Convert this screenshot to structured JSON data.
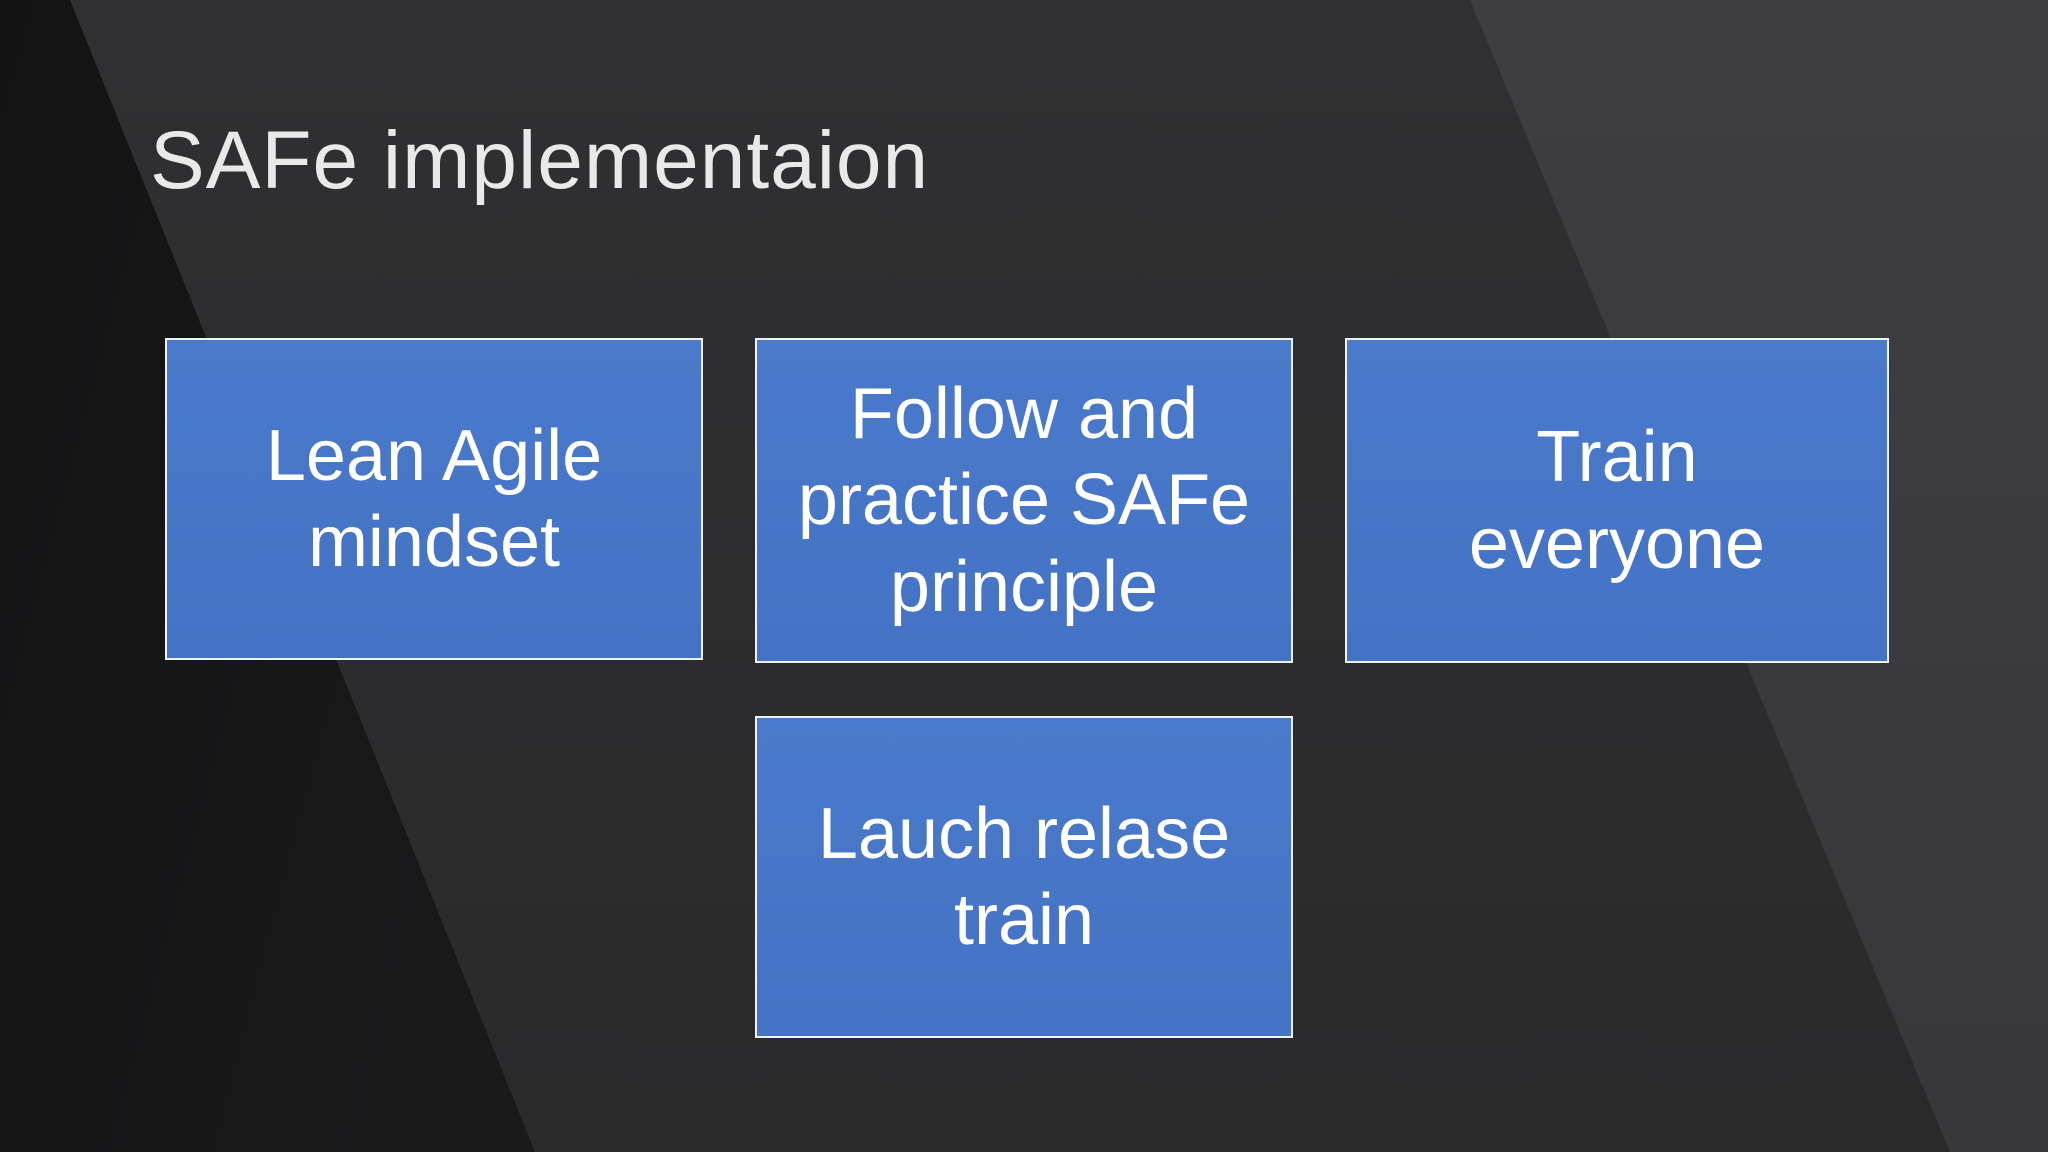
{
  "title": {
    "text": "SAFe implementaion"
  },
  "boxes": [
    {
      "name": "lean-agile-mindset",
      "label": "Lean Agile\nmindset"
    },
    {
      "name": "follow-and-practice-safe-principle",
      "label": "Follow and\npractice SAFe\nprinciple"
    },
    {
      "name": "train-everyone",
      "label": "Train\neveryone"
    },
    {
      "name": "lauch-relase-train",
      "label": "Lauch relase\ntrain"
    }
  ],
  "colors": {
    "background_base": "#2b2b2c",
    "background_left_band": "#1a1a1b",
    "background_right_band": "#3c3c3e",
    "box_fill": "#4575c7",
    "box_border": "#eef1f6",
    "box_text": "#ffffff",
    "title_text": "#e9e9e9"
  }
}
